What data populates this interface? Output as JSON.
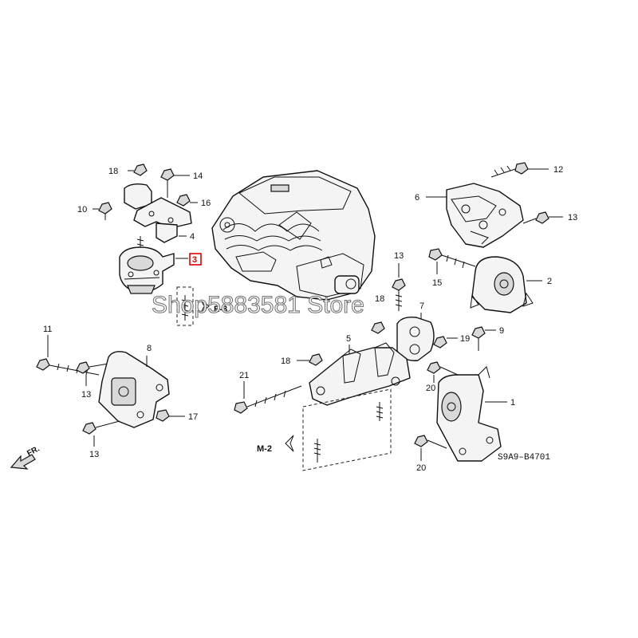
{
  "labels": {
    "c1": "1",
    "c2": "2",
    "c3": "3",
    "c4": "4",
    "c5": "5",
    "c6": "6",
    "c7": "7",
    "c8": "8",
    "c9": "9",
    "c10": "10",
    "c11": "11",
    "c12": "12",
    "c13": "13",
    "c14": "14",
    "c15": "15",
    "c16": "16",
    "c17": "17",
    "c18": "18",
    "c19": "19",
    "c20": "20",
    "c21": "21"
  },
  "highlighted_part": "3",
  "highlight_color": "#e00000",
  "ref_e3": "E-3",
  "ref_m2": "M-2",
  "ref_8": "8",
  "diagram_code": "S9A9–B4701",
  "front_marker": "FR.",
  "watermark": "Shop5883581 Store"
}
